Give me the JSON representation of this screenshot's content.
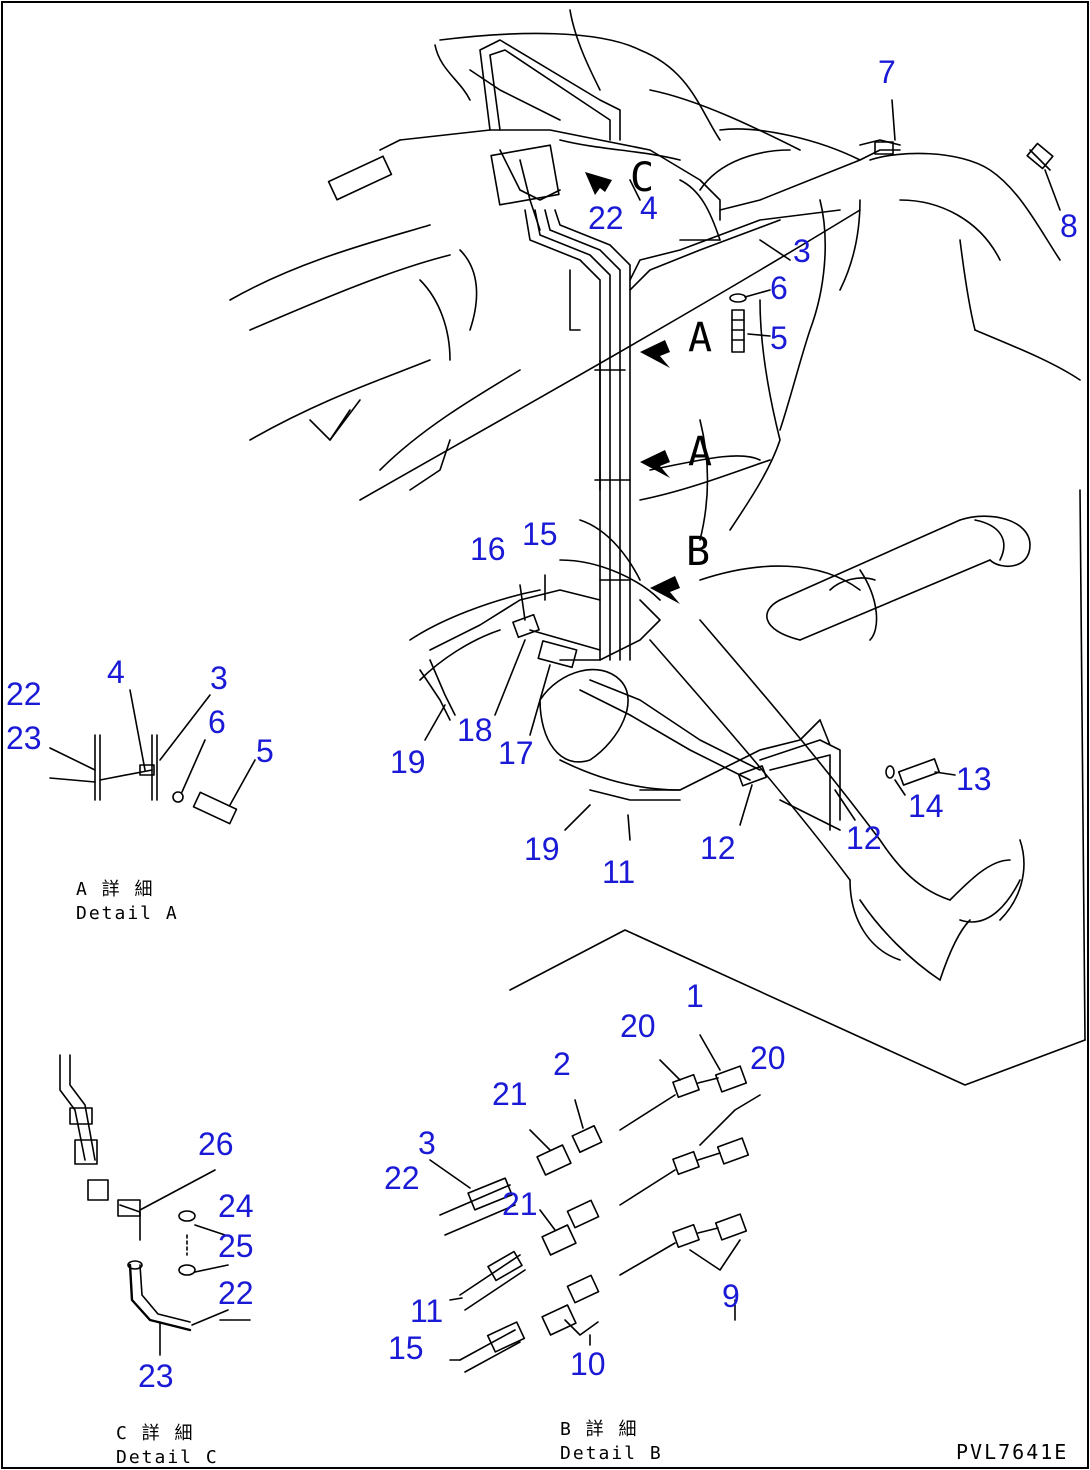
{
  "diagram": {
    "drawing_code": "PVL7641E",
    "view_letters": [
      {
        "id": "c-top",
        "text": "C"
      },
      {
        "id": "a-upper",
        "text": "A"
      },
      {
        "id": "a-lower",
        "text": "A"
      },
      {
        "id": "b",
        "text": "B"
      }
    ],
    "captions": {
      "detail_a": {
        "jp": "A 詳 細",
        "en": "Detail A"
      },
      "detail_b": {
        "jp": "B 詳 細",
        "en": "Detail B"
      },
      "detail_c": {
        "jp": "C 詳 細",
        "en": "Detail C"
      }
    },
    "callouts": [
      {
        "id": "c7",
        "text": "7"
      },
      {
        "id": "c8",
        "text": "8"
      },
      {
        "id": "c22-top",
        "text": "22"
      },
      {
        "id": "c4-top",
        "text": "4"
      },
      {
        "id": "c3-top",
        "text": "3"
      },
      {
        "id": "c6-top",
        "text": "6"
      },
      {
        "id": "c5-top",
        "text": "5"
      },
      {
        "id": "c16",
        "text": "16"
      },
      {
        "id": "c15-main",
        "text": "15"
      },
      {
        "id": "c18",
        "text": "18"
      },
      {
        "id": "c17",
        "text": "17"
      },
      {
        "id": "c19-left",
        "text": "19"
      },
      {
        "id": "c19-lower",
        "text": "19"
      },
      {
        "id": "c11-main",
        "text": "11"
      },
      {
        "id": "c12-a",
        "text": "12"
      },
      {
        "id": "c12-b",
        "text": "12"
      },
      {
        "id": "c13",
        "text": "13"
      },
      {
        "id": "c14",
        "text": "14"
      },
      {
        "id": "c22-a",
        "text": "22"
      },
      {
        "id": "c23-a",
        "text": "23"
      },
      {
        "id": "c4-a",
        "text": "4"
      },
      {
        "id": "c3-a",
        "text": "3"
      },
      {
        "id": "c6-a",
        "text": "6"
      },
      {
        "id": "c5-a",
        "text": "5"
      },
      {
        "id": "c1",
        "text": "1"
      },
      {
        "id": "c20-a",
        "text": "20"
      },
      {
        "id": "c20-b",
        "text": "20"
      },
      {
        "id": "c2",
        "text": "2"
      },
      {
        "id": "c21-a",
        "text": "21"
      },
      {
        "id": "c21-b",
        "text": "21"
      },
      {
        "id": "c3-b",
        "text": "3"
      },
      {
        "id": "c22-b",
        "text": "22"
      },
      {
        "id": "c11-b",
        "text": "11"
      },
      {
        "id": "c15-b",
        "text": "15"
      },
      {
        "id": "c10",
        "text": "10"
      },
      {
        "id": "c9",
        "text": "9"
      },
      {
        "id": "c26",
        "text": "26"
      },
      {
        "id": "c24",
        "text": "24"
      },
      {
        "id": "c25",
        "text": "25"
      },
      {
        "id": "c22-c",
        "text": "22"
      },
      {
        "id": "c23-c",
        "text": "23"
      }
    ]
  }
}
